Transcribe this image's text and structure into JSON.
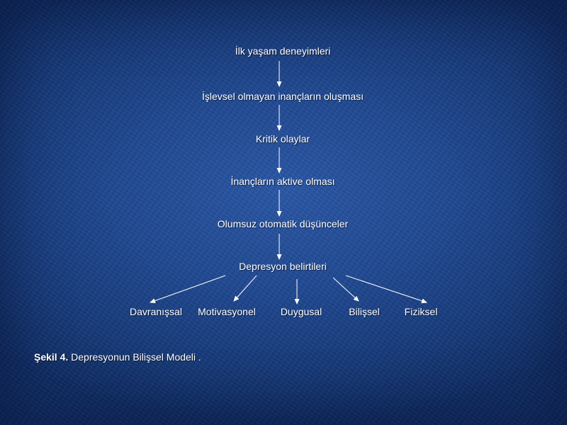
{
  "diagram": {
    "chain": [
      "İlk yaşam deneyimleri",
      "İşlevsel olmayan inançların oluşması",
      "Kritik olaylar",
      "İnançların aktive olması",
      "Olumsuz otomatik düşünceler",
      "Depresyon belirtileri"
    ],
    "branches": [
      "Davranışsal",
      "Motivasyonel",
      "Duygusal",
      "Bilişsel",
      "Fiziksel"
    ]
  },
  "caption": {
    "label": "Şekil 4.",
    "text": " Depresyonun Bilişsel Modeli ."
  },
  "colors": {
    "background": "#214a93",
    "text": "#ffffff",
    "arrow": "#ffffff"
  }
}
